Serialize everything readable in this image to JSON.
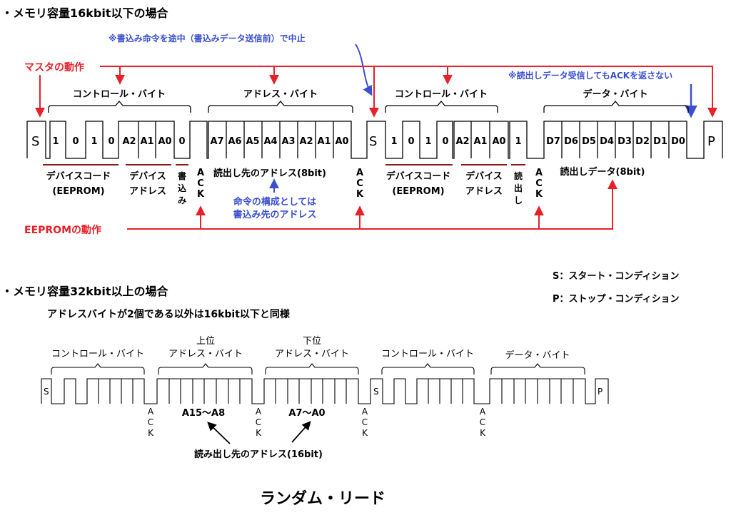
{
  "colors": {
    "red": "#e8202a",
    "blue": "#3b4fd0",
    "black": "#000000",
    "darkred": "#8b1a1a"
  },
  "sec1": {
    "heading": "・メモリ容量16kbit以下の場合",
    "note_abort": "※書込み命令を途中（書込みデータ送信前）で中止",
    "note_noack": "※読出しデータ受信してもACKを返さない",
    "master": "マスタの動作",
    "eeprom": "EEPROMの動作",
    "byte_control": "コントロール・バイト",
    "byte_address": "アドレス・バイト",
    "byte_data": "データ・バイト",
    "s": "S",
    "p": "P",
    "bits_ctrl1": [
      "1",
      "0",
      "1",
      "0",
      "A2",
      "A1",
      "A0",
      "0"
    ],
    "bits_addr": [
      "A7",
      "A6",
      "A5",
      "A4",
      "A3",
      "A2",
      "A1",
      "A0"
    ],
    "bits_ctrl2": [
      "1",
      "0",
      "1",
      "0",
      "A2",
      "A1",
      "A0",
      "1"
    ],
    "bits_data": [
      "D7",
      "D6",
      "D5",
      "D4",
      "D3",
      "D2",
      "D1",
      "D0"
    ],
    "ack": [
      "A",
      "C",
      "K"
    ],
    "lbl_device_code": "デバイスコード",
    "lbl_eeprom": "(EEPROM)",
    "lbl_device": "デバイス",
    "lbl_address": "アドレス",
    "lbl_write": [
      "書",
      "込",
      "み"
    ],
    "lbl_read": [
      "読",
      "出",
      "し"
    ],
    "lbl_read_addr": "読出し先のアドレス(8bit)",
    "lbl_cmd1": "命令の構成としては",
    "lbl_cmd2": "書込み先のアドレス",
    "lbl_read_data": "読出しデータ(8bit)"
  },
  "legend": {
    "s": "S：スタート・コンディション",
    "p": "P：ストップ・コンディション"
  },
  "sec2": {
    "heading": "・メモリ容量32kbit以上の場合",
    "sub": "アドレスバイトが2個である以外は16kbit以下と同様",
    "byte_control": "コントロール・バイト",
    "upper1": "上位",
    "upper2": "アドレス・バイト",
    "lower1": "下位",
    "lower2": "アドレス・バイト",
    "byte_data": "データ・バイト",
    "s": "S",
    "p": "P",
    "ack": [
      "A",
      "C",
      "K"
    ],
    "a_hi": "A15～A8",
    "a_lo": "A7～A0",
    "read_addr": "読み出し先のアドレス(16bit)"
  },
  "title": "ランダム・リード"
}
